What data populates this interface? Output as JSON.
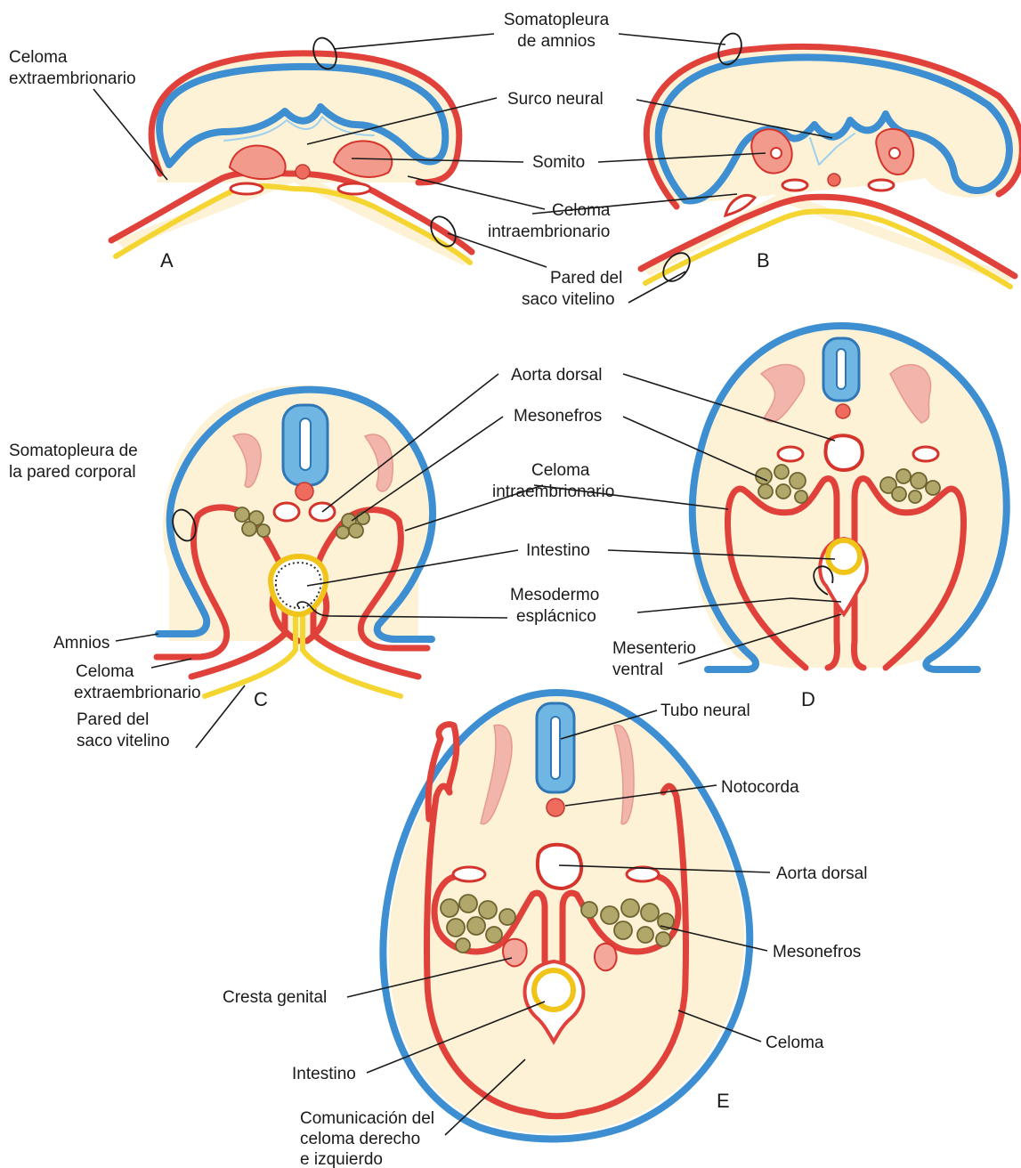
{
  "panels": {
    "a": "A",
    "b": "B",
    "c": "C",
    "d": "D",
    "e": "E"
  },
  "labels": {
    "somatopleura_amnios": [
      "Somatopleura",
      "de amnios"
    ],
    "celoma_extraembrionario_top": [
      "Celoma",
      "extraembrionario"
    ],
    "surco_neural": "Surco neural",
    "somito": "Somito",
    "celoma_intraembrionario_top": [
      "Celoma",
      "intraembrionario"
    ],
    "pared_saco_vitelino_top": [
      "Pared del",
      "saco vitelino"
    ],
    "aorta_dorsal_mid": "Aorta dorsal",
    "mesonefros_mid": "Mesonefros",
    "somatopleura_pared_corporal": [
      "Somatopleura de",
      "la pared corporal"
    ],
    "celoma_intraembrionario_mid": [
      "Celoma",
      "intraembrionario"
    ],
    "intestino_mid": "Intestino",
    "mesodermo_esplacnico": [
      "Mesodermo",
      "esplácnico"
    ],
    "amnios": "Amnios",
    "celoma_extraembrionario_c": [
      "Celoma",
      "extraembrionario"
    ],
    "pared_saco_vitelino_c": [
      "Pared del",
      "saco vitelino"
    ],
    "mesenterio_ventral": [
      "Mesenterio",
      "ventral"
    ],
    "tubo_neural": "Tubo neural",
    "notocorda": "Notocorda",
    "aorta_dorsal_e": "Aorta dorsal",
    "mesonefros_e": "Mesonefros",
    "cresta_genital": "Cresta genital",
    "celoma": "Celoma",
    "intestino_e": "Intestino",
    "comunicacion_celoma": [
      "Comunicación del",
      "celoma derecho",
      "e izquierdo"
    ]
  },
  "colors": {
    "ectoderm_amnion": "#3d8fd1",
    "mesoderm": "#e0413a",
    "endoderm_yolk_sac": "#f5d531",
    "mesenchyme": "#fdf2d6",
    "mesonephros": "#b2a76b",
    "notochord": "#ef6b5e"
  }
}
